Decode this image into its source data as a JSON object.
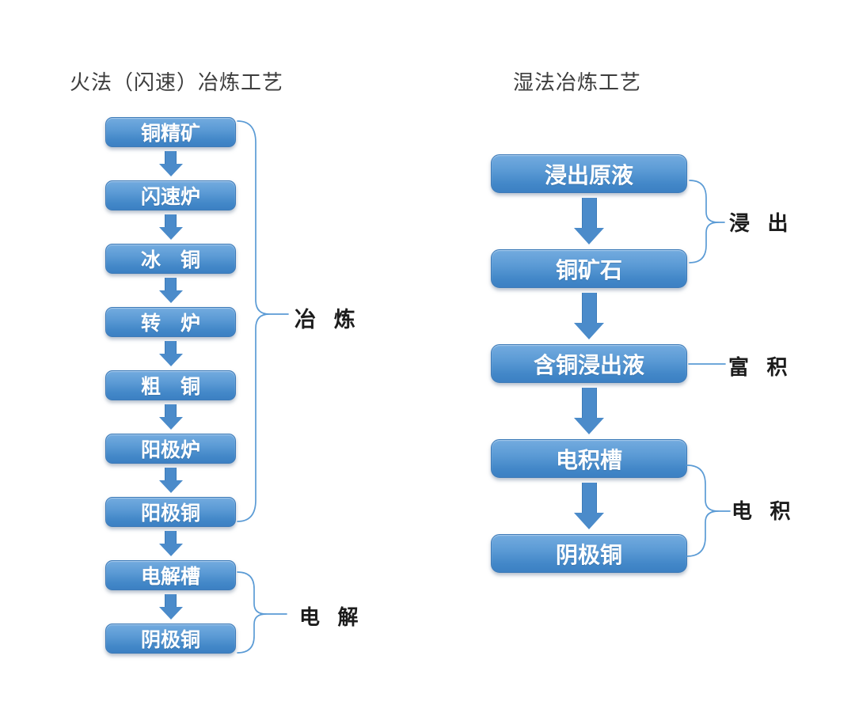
{
  "colors": {
    "box_gradient_top": "#73abdf",
    "box_gradient_bottom": "#3c80c3",
    "arrow_fill": "#4b8bca",
    "brace_stroke": "#5b9bd5",
    "title_text": "#3d3d3d",
    "stage_label_text": "#1c1c1c",
    "box_text": "#ffffff"
  },
  "left_flow": {
    "title": "火法（闪速）冶炼工艺",
    "nodes": [
      "铜精矿",
      "闪速炉",
      "冰　铜",
      "转　炉",
      "粗　铜",
      "阳极炉",
      "阳极铜",
      "电解槽",
      "阴极铜"
    ],
    "brackets": [
      {
        "label": "冶 炼"
      },
      {
        "label": "电 解"
      }
    ]
  },
  "right_flow": {
    "title": "湿法冶炼工艺",
    "nodes": [
      "浸出原液",
      "铜矿石",
      "含铜浸出液",
      "电积槽",
      "阴极铜"
    ],
    "brackets": [
      {
        "label": "浸 出"
      },
      {
        "label": "富 积"
      },
      {
        "label": "电 积"
      }
    ]
  }
}
